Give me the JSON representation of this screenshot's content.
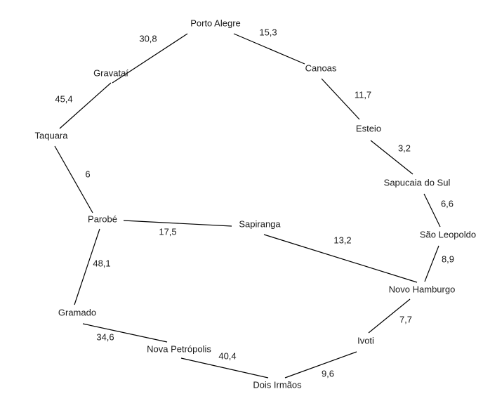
{
  "nodes": [
    {
      "id": "porto_alegre",
      "label": "Porto Alegre"
    },
    {
      "id": "gravatai",
      "label": "Gravataí"
    },
    {
      "id": "taquara",
      "label": "Taquara"
    },
    {
      "id": "parobe",
      "label": "Parobé"
    },
    {
      "id": "gramado",
      "label": "Gramado"
    },
    {
      "id": "nova_petropolis",
      "label": "Nova Petrópolis"
    },
    {
      "id": "dois_irmaos",
      "label": "Dois Irmãos"
    },
    {
      "id": "ivoti",
      "label": "Ivoti"
    },
    {
      "id": "novo_hamburgo",
      "label": "Novo Hamburgo"
    },
    {
      "id": "sao_leopoldo",
      "label": "São Leopoldo"
    },
    {
      "id": "sapucaia_do_sul",
      "label": "Sapucaia do Sul"
    },
    {
      "id": "esteio",
      "label": "Esteio"
    },
    {
      "id": "canoas",
      "label": "Canoas"
    },
    {
      "id": "sapiranga",
      "label": "Sapiranga"
    }
  ],
  "edges": [
    {
      "id": "porto_alegre-gravatai",
      "from": "porto_alegre",
      "to": "gravatai",
      "weight": "30,8"
    },
    {
      "id": "gravatai-taquara",
      "from": "gravatai",
      "to": "taquara",
      "weight": "45,4"
    },
    {
      "id": "taquara-parobe",
      "from": "taquara",
      "to": "parobe",
      "weight": "6"
    },
    {
      "id": "parobe-gramado",
      "from": "parobe",
      "to": "gramado",
      "weight": "48,1"
    },
    {
      "id": "gramado-nova_petropolis",
      "from": "gramado",
      "to": "nova_petropolis",
      "weight": "34,6"
    },
    {
      "id": "nova_petropolis-dois_irmaos",
      "from": "nova_petropolis",
      "to": "dois_irmaos",
      "weight": "40,4"
    },
    {
      "id": "dois_irmaos-ivoti",
      "from": "dois_irmaos",
      "to": "ivoti",
      "weight": "9,6"
    },
    {
      "id": "ivoti-novo_hamburgo",
      "from": "ivoti",
      "to": "novo_hamburgo",
      "weight": "7,7"
    },
    {
      "id": "novo_hamburgo-sao_leopoldo",
      "from": "novo_hamburgo",
      "to": "sao_leopoldo",
      "weight": "8,9"
    },
    {
      "id": "sao_leopoldo-sapucaia_do_sul",
      "from": "sao_leopoldo",
      "to": "sapucaia_do_sul",
      "weight": "6,6"
    },
    {
      "id": "sapucaia_do_sul-esteio",
      "from": "sapucaia_do_sul",
      "to": "esteio",
      "weight": "3,2"
    },
    {
      "id": "esteio-canoas",
      "from": "esteio",
      "to": "canoas",
      "weight": "11,7"
    },
    {
      "id": "canoas-porto_alegre",
      "from": "canoas",
      "to": "porto_alegre",
      "weight": "15,3"
    },
    {
      "id": "parobe-sapiranga",
      "from": "parobe",
      "to": "sapiranga",
      "weight": "17,5"
    },
    {
      "id": "sapiranga-novo_hamburgo",
      "from": "sapiranga",
      "to": "novo_hamburgo",
      "weight": "13,2"
    }
  ]
}
